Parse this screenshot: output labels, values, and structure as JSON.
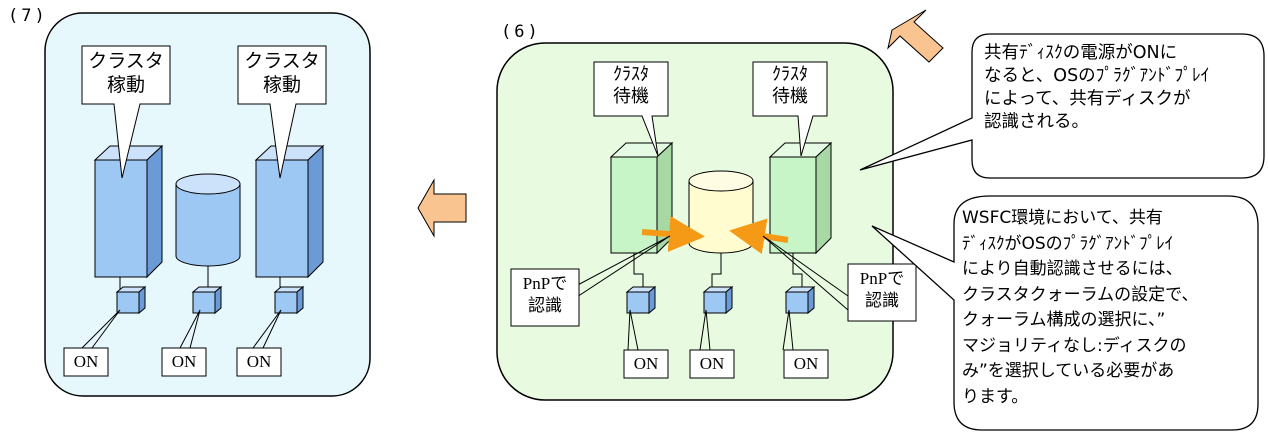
{
  "panel7": {
    "label": "(7)",
    "callouts": [
      {
        "line1": "クラスタ",
        "line2": "稼動"
      },
      {
        "line1": "クラスタ",
        "line2": "稼動"
      }
    ],
    "on_labels": [
      "ON",
      "ON",
      "ON"
    ]
  },
  "panel6": {
    "label": "(6)",
    "callouts": [
      {
        "line1": "ｸﾗｽﾀ",
        "line2": "待機"
      },
      {
        "line1": "ｸﾗｽﾀ",
        "line2": "待機"
      }
    ],
    "pnp_left": {
      "line1": "PnPで",
      "line2": "認識"
    },
    "pnp_right": {
      "line1": "PnPで",
      "line2": "認識"
    },
    "on_labels": [
      "ON",
      "ON",
      "ON"
    ]
  },
  "note_top": {
    "lines": [
      "共有ﾃﾞｨｽｸの電源がONに",
      "なると、OSのﾌﾟﾗｸﾞｱﾝﾄﾞﾌﾟﾚｲ",
      "によって、共有ディスクが",
      "認識される。"
    ]
  },
  "note_bottom": {
    "lines": [
      "WSFC環境において、共有",
      "ﾃﾞｨｽｸがOSのﾌﾟﾗｸﾞｱﾝﾄﾞﾌﾟﾚｲ",
      "により自動認識させるには、",
      "クラスタクォーラムの設定で、",
      "クォーラム構成の選択に、”",
      "マジョリティなし:ディスクの",
      "み”を選択している必要があ",
      "ります。"
    ]
  },
  "colors": {
    "panel7_bg": "#e6f8fc",
    "panel6_bg": "#e8fbe0",
    "server_blue": "#9ec8f4",
    "server_green": "#c8f5c8",
    "disk_yellow": "#fffcd0",
    "arrow_peach": "#f9c48f",
    "pnp_arrow": "#f59a16"
  }
}
